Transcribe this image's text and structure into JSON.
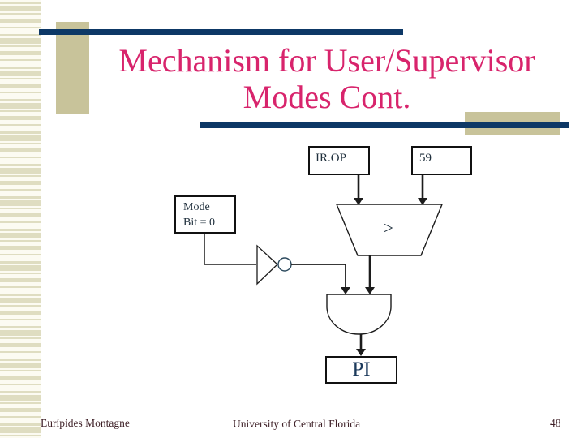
{
  "slide": {
    "title_line1": "Mechanism for User/Supervisor",
    "title_line2": "Modes Cont."
  },
  "diagram": {
    "ir_op_label": "IR.OP",
    "const_label": "59",
    "mode_bit_line1": "Mode",
    "mode_bit_line2": "Bit = 0",
    "comparator_symbol": ">",
    "output_label": "PI"
  },
  "footer": {
    "author": "Eurípides Montagne",
    "institution": "University of Central Florida",
    "page_number": "48"
  },
  "colors": {
    "accent_navy": "#0d3866",
    "accent_tan": "#c8c39a",
    "title_pink": "#d8246c",
    "footer_maroon": "#3f2128",
    "diagram_ink": "#1c1c1c"
  }
}
